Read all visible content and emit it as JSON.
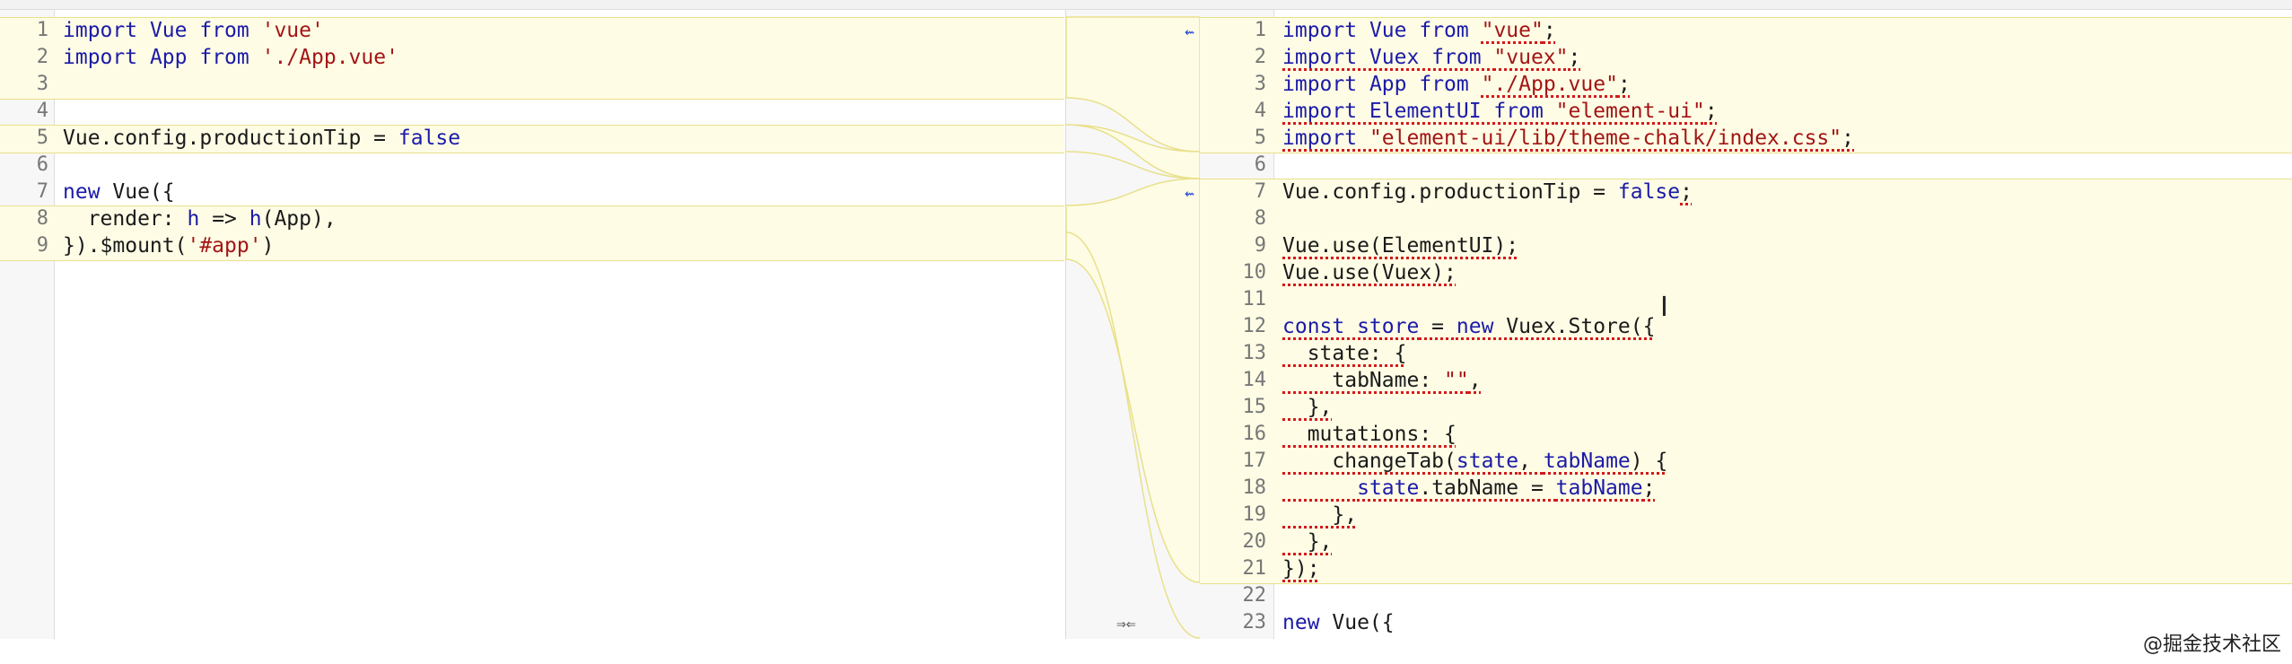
{
  "left": {
    "lines": [
      {
        "n": "1",
        "seg": [
          {
            "k": "kw",
            "t": "import"
          },
          {
            "t": " "
          },
          {
            "k": "kw",
            "t": "Vue"
          },
          {
            "t": " "
          },
          {
            "k": "kw",
            "t": "from"
          },
          {
            "t": " "
          },
          {
            "k": "str",
            "t": "'vue'"
          }
        ]
      },
      {
        "n": "2",
        "seg": [
          {
            "k": "kw",
            "t": "import"
          },
          {
            "t": " "
          },
          {
            "k": "kw",
            "t": "App"
          },
          {
            "t": " "
          },
          {
            "k": "kw",
            "t": "from"
          },
          {
            "t": " "
          },
          {
            "k": "str",
            "t": "'./App.vue'"
          }
        ]
      },
      {
        "n": "3",
        "seg": []
      },
      {
        "n": "4",
        "seg": []
      },
      {
        "n": "5",
        "seg": [
          {
            "t": "Vue.config.productionTip = "
          },
          {
            "k": "kw",
            "t": "false"
          }
        ]
      },
      {
        "n": "6",
        "seg": []
      },
      {
        "n": "7",
        "seg": [
          {
            "k": "kw",
            "t": "new"
          },
          {
            "t": " Vue({"
          }
        ]
      },
      {
        "n": "8",
        "seg": [
          {
            "t": "  render: "
          },
          {
            "k": "fn",
            "t": "h"
          },
          {
            "t": " => "
          },
          {
            "k": "fn",
            "t": "h"
          },
          {
            "t": "(App),"
          }
        ]
      },
      {
        "n": "9",
        "seg": [
          {
            "t": "}).$mount("
          },
          {
            "k": "str",
            "t": "'#app'"
          },
          {
            "t": ")"
          }
        ]
      }
    ]
  },
  "right": {
    "lines": [
      {
        "n": "1",
        "seg": [
          {
            "k": "kw",
            "t": "import"
          },
          {
            "t": " "
          },
          {
            "k": "kw",
            "t": "Vue"
          },
          {
            "t": " "
          },
          {
            "k": "kw",
            "t": "from"
          },
          {
            "t": " "
          },
          {
            "k": "str",
            "sq": true,
            "t": "\"vue\""
          },
          {
            "sq": true,
            "t": ";"
          }
        ]
      },
      {
        "n": "2",
        "seg": [
          {
            "k": "kw",
            "sq": true,
            "t": "import Vuex from "
          },
          {
            "k": "str",
            "sq": true,
            "t": "\"vuex\""
          },
          {
            "sq": true,
            "t": ";"
          }
        ]
      },
      {
        "n": "3",
        "seg": [
          {
            "k": "kw",
            "t": "import"
          },
          {
            "t": " "
          },
          {
            "k": "kw",
            "t": "App"
          },
          {
            "t": " "
          },
          {
            "k": "kw",
            "t": "from"
          },
          {
            "t": " "
          },
          {
            "k": "str",
            "sq": true,
            "t": "\"./App.vue\""
          },
          {
            "sq": true,
            "t": ";"
          }
        ]
      },
      {
        "n": "4",
        "seg": [
          {
            "k": "kw",
            "sq": true,
            "t": "import ElementUI from "
          },
          {
            "k": "str",
            "sq": true,
            "t": "\"element-ui\""
          },
          {
            "sq": true,
            "t": ";"
          }
        ]
      },
      {
        "n": "5",
        "seg": [
          {
            "k": "kw",
            "sq": true,
            "t": "import "
          },
          {
            "k": "str",
            "sq": true,
            "t": "\"element-ui/lib/theme-chalk/index.css\""
          },
          {
            "sq": true,
            "t": ";"
          }
        ]
      },
      {
        "n": "6",
        "seg": []
      },
      {
        "n": "7",
        "seg": [
          {
            "t": "Vue.config.productionTip = "
          },
          {
            "k": "kw",
            "t": "false"
          },
          {
            "sq": true,
            "t": ";"
          }
        ]
      },
      {
        "n": "8",
        "seg": []
      },
      {
        "n": "9",
        "seg": [
          {
            "sq": true,
            "t": "Vue.use(ElementUI);"
          }
        ]
      },
      {
        "n": "10",
        "seg": [
          {
            "sq": true,
            "t": "Vue.use(Vuex);"
          }
        ]
      },
      {
        "n": "11",
        "seg": []
      },
      {
        "n": "12",
        "seg": [
          {
            "k": "kw",
            "sq": true,
            "t": "const store"
          },
          {
            "sq": true,
            "t": " = "
          },
          {
            "k": "kw",
            "sq": true,
            "t": "new"
          },
          {
            "sq": true,
            "t": " Vuex.Store({"
          }
        ]
      },
      {
        "n": "13",
        "seg": [
          {
            "sq": true,
            "t": "  state: {"
          }
        ]
      },
      {
        "n": "14",
        "seg": [
          {
            "sq": true,
            "t": "    tabName: "
          },
          {
            "k": "str",
            "sq": true,
            "t": "\"\""
          },
          {
            "sq": true,
            "t": ","
          }
        ]
      },
      {
        "n": "15",
        "seg": [
          {
            "sq": true,
            "t": "  },"
          }
        ]
      },
      {
        "n": "16",
        "seg": [
          {
            "sq": true,
            "t": "  mutations: {"
          }
        ]
      },
      {
        "n": "17",
        "seg": [
          {
            "sq": true,
            "t": "    changeTab("
          },
          {
            "k": "fn",
            "sq": true,
            "t": "state"
          },
          {
            "sq": true,
            "t": ", "
          },
          {
            "k": "fn",
            "sq": true,
            "t": "tabName"
          },
          {
            "sq": true,
            "t": ") {"
          }
        ]
      },
      {
        "n": "18",
        "seg": [
          {
            "sq": true,
            "t": "      "
          },
          {
            "k": "fn",
            "sq": true,
            "t": "state"
          },
          {
            "sq": true,
            "t": ".tabName = "
          },
          {
            "k": "fn",
            "sq": true,
            "t": "tabName"
          },
          {
            "sq": true,
            "t": ";"
          }
        ]
      },
      {
        "n": "19",
        "seg": [
          {
            "sq": true,
            "t": "    },"
          }
        ]
      },
      {
        "n": "20",
        "seg": [
          {
            "sq": true,
            "t": "  },"
          }
        ]
      },
      {
        "n": "21",
        "seg": [
          {
            "sq": true,
            "t": "});"
          }
        ]
      },
      {
        "n": "22",
        "seg": []
      },
      {
        "n": "23",
        "seg": [
          {
            "k": "kw",
            "t": "new"
          },
          {
            "t": " Vue({"
          }
        ]
      }
    ]
  },
  "merge": {
    "arrow1": "⇜",
    "arrow2": "⇜",
    "all": "⇒⇐"
  },
  "cursor": "Ι",
  "watermark": "@掘金技术社区"
}
